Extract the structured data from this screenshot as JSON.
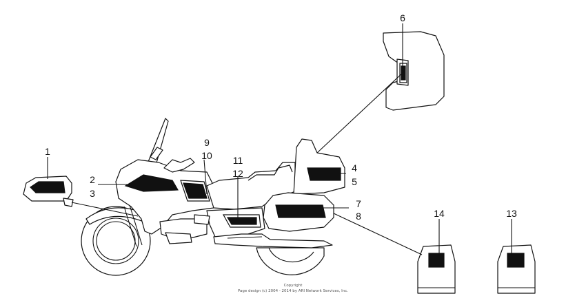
{
  "callouts": {
    "c1": "1",
    "c2": "2",
    "c3": "3",
    "c4": "4",
    "c5": "5",
    "c6": "6",
    "c7": "7",
    "c8": "8",
    "c9": "9",
    "c10": "10",
    "c11": "11",
    "c12": "12",
    "c13": "13",
    "c14": "14"
  },
  "copyright": {
    "line1": "Copyright",
    "line2": "Page design (c) 2004 - 2014 by ARI Network Services, Inc."
  }
}
